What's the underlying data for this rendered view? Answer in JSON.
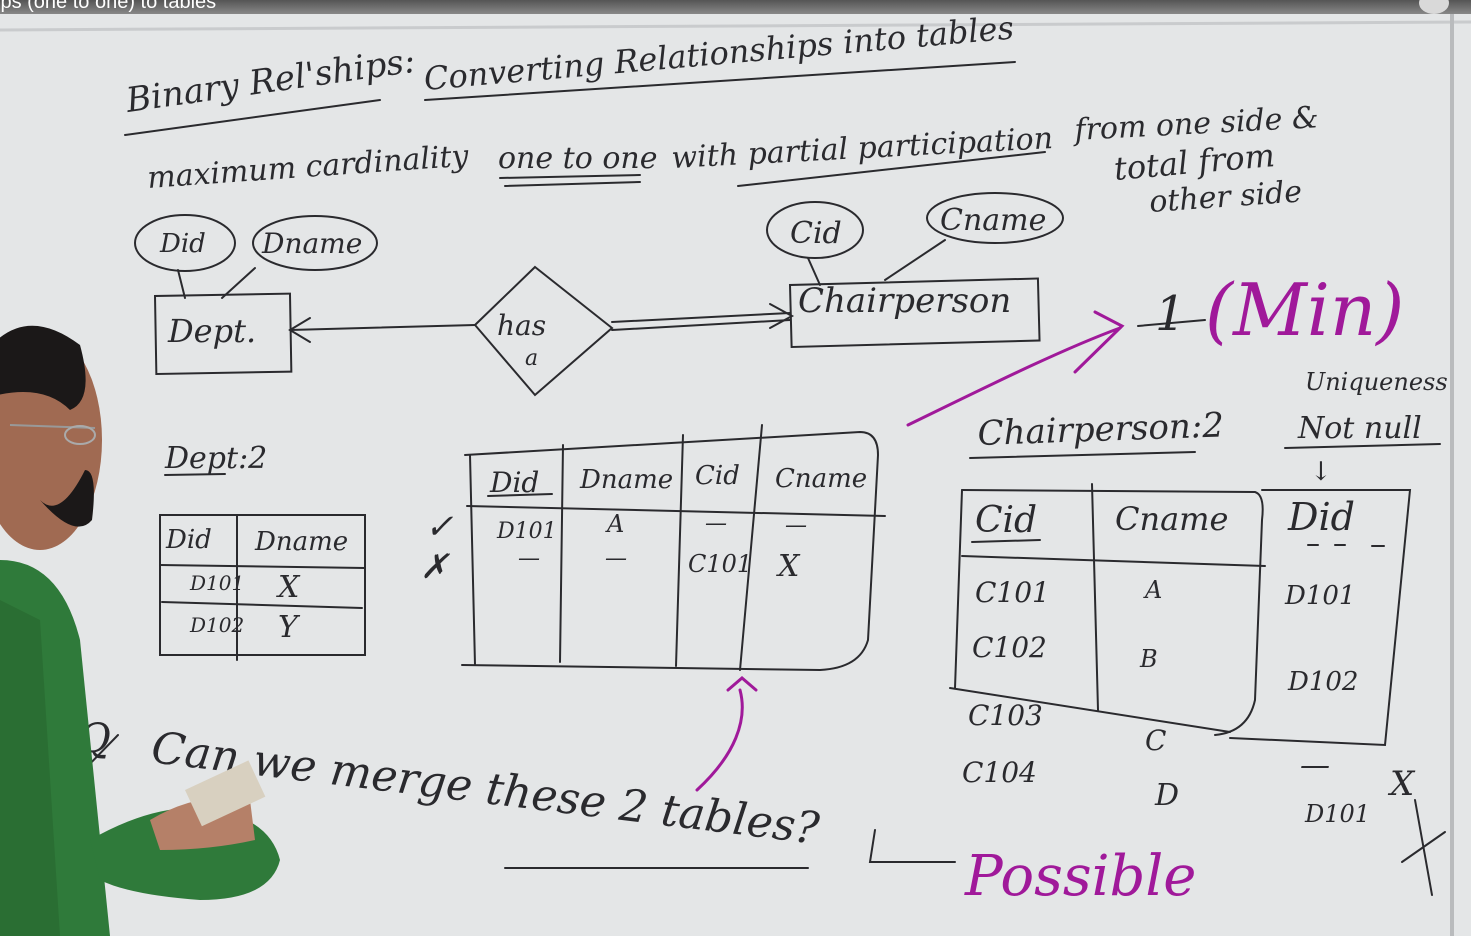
{
  "video": {
    "title": "ips (one to one) to tables"
  },
  "board": {
    "heading_left": "Binary Rel'ships:",
    "heading_main": "Converting Relationships into tables",
    "line2_a": "maximum cardinality",
    "line2_b": "one to one",
    "line2_c": "with partial participation",
    "line2_d": "from one side &",
    "line2_e": "total from",
    "line2_f": "other side",
    "er": {
      "attr_did": "Did",
      "attr_dname": "Dname",
      "entity_dept": "Dept.",
      "rel_has": "has",
      "rel_a": "a",
      "attr_cid": "Cid",
      "attr_cname": "Cname",
      "entity_chair": "Chairperson"
    },
    "min_one": "1",
    "min_label": "(Min)",
    "dept_caption": "Dept:2",
    "dept_table": {
      "headers": [
        "Did",
        "Dname"
      ],
      "rows": [
        [
          "D101",
          "X"
        ],
        [
          "D102",
          "Y"
        ]
      ]
    },
    "check_mark": "✓",
    "cross_mark": "✗",
    "merged_table": {
      "headers": [
        "Did",
        "Dname",
        "Cid",
        "Cname"
      ],
      "rows": [
        [
          "D101",
          "A",
          "—",
          "—"
        ],
        [
          "—",
          "—",
          "C101",
          "X"
        ]
      ]
    },
    "chair_caption": "Chairperson:2",
    "uniqueness": "Uniqueness",
    "not_null": "Not null",
    "down_arrow": "↓",
    "chair_table": {
      "headers": [
        "Cid",
        "Cname",
        "Did"
      ],
      "rows": [
        [
          "C101",
          "A",
          "D101"
        ],
        [
          "C102",
          "B",
          "D102"
        ]
      ],
      "extra_rows": [
        [
          "C103",
          "C"
        ],
        [
          "C104",
          "D"
        ]
      ]
    },
    "side_dash": "—",
    "side_d101": "D101",
    "side_x": "X",
    "question_q": "Q",
    "question": "Can we merge these 2 tables?",
    "answer": "Possible"
  }
}
